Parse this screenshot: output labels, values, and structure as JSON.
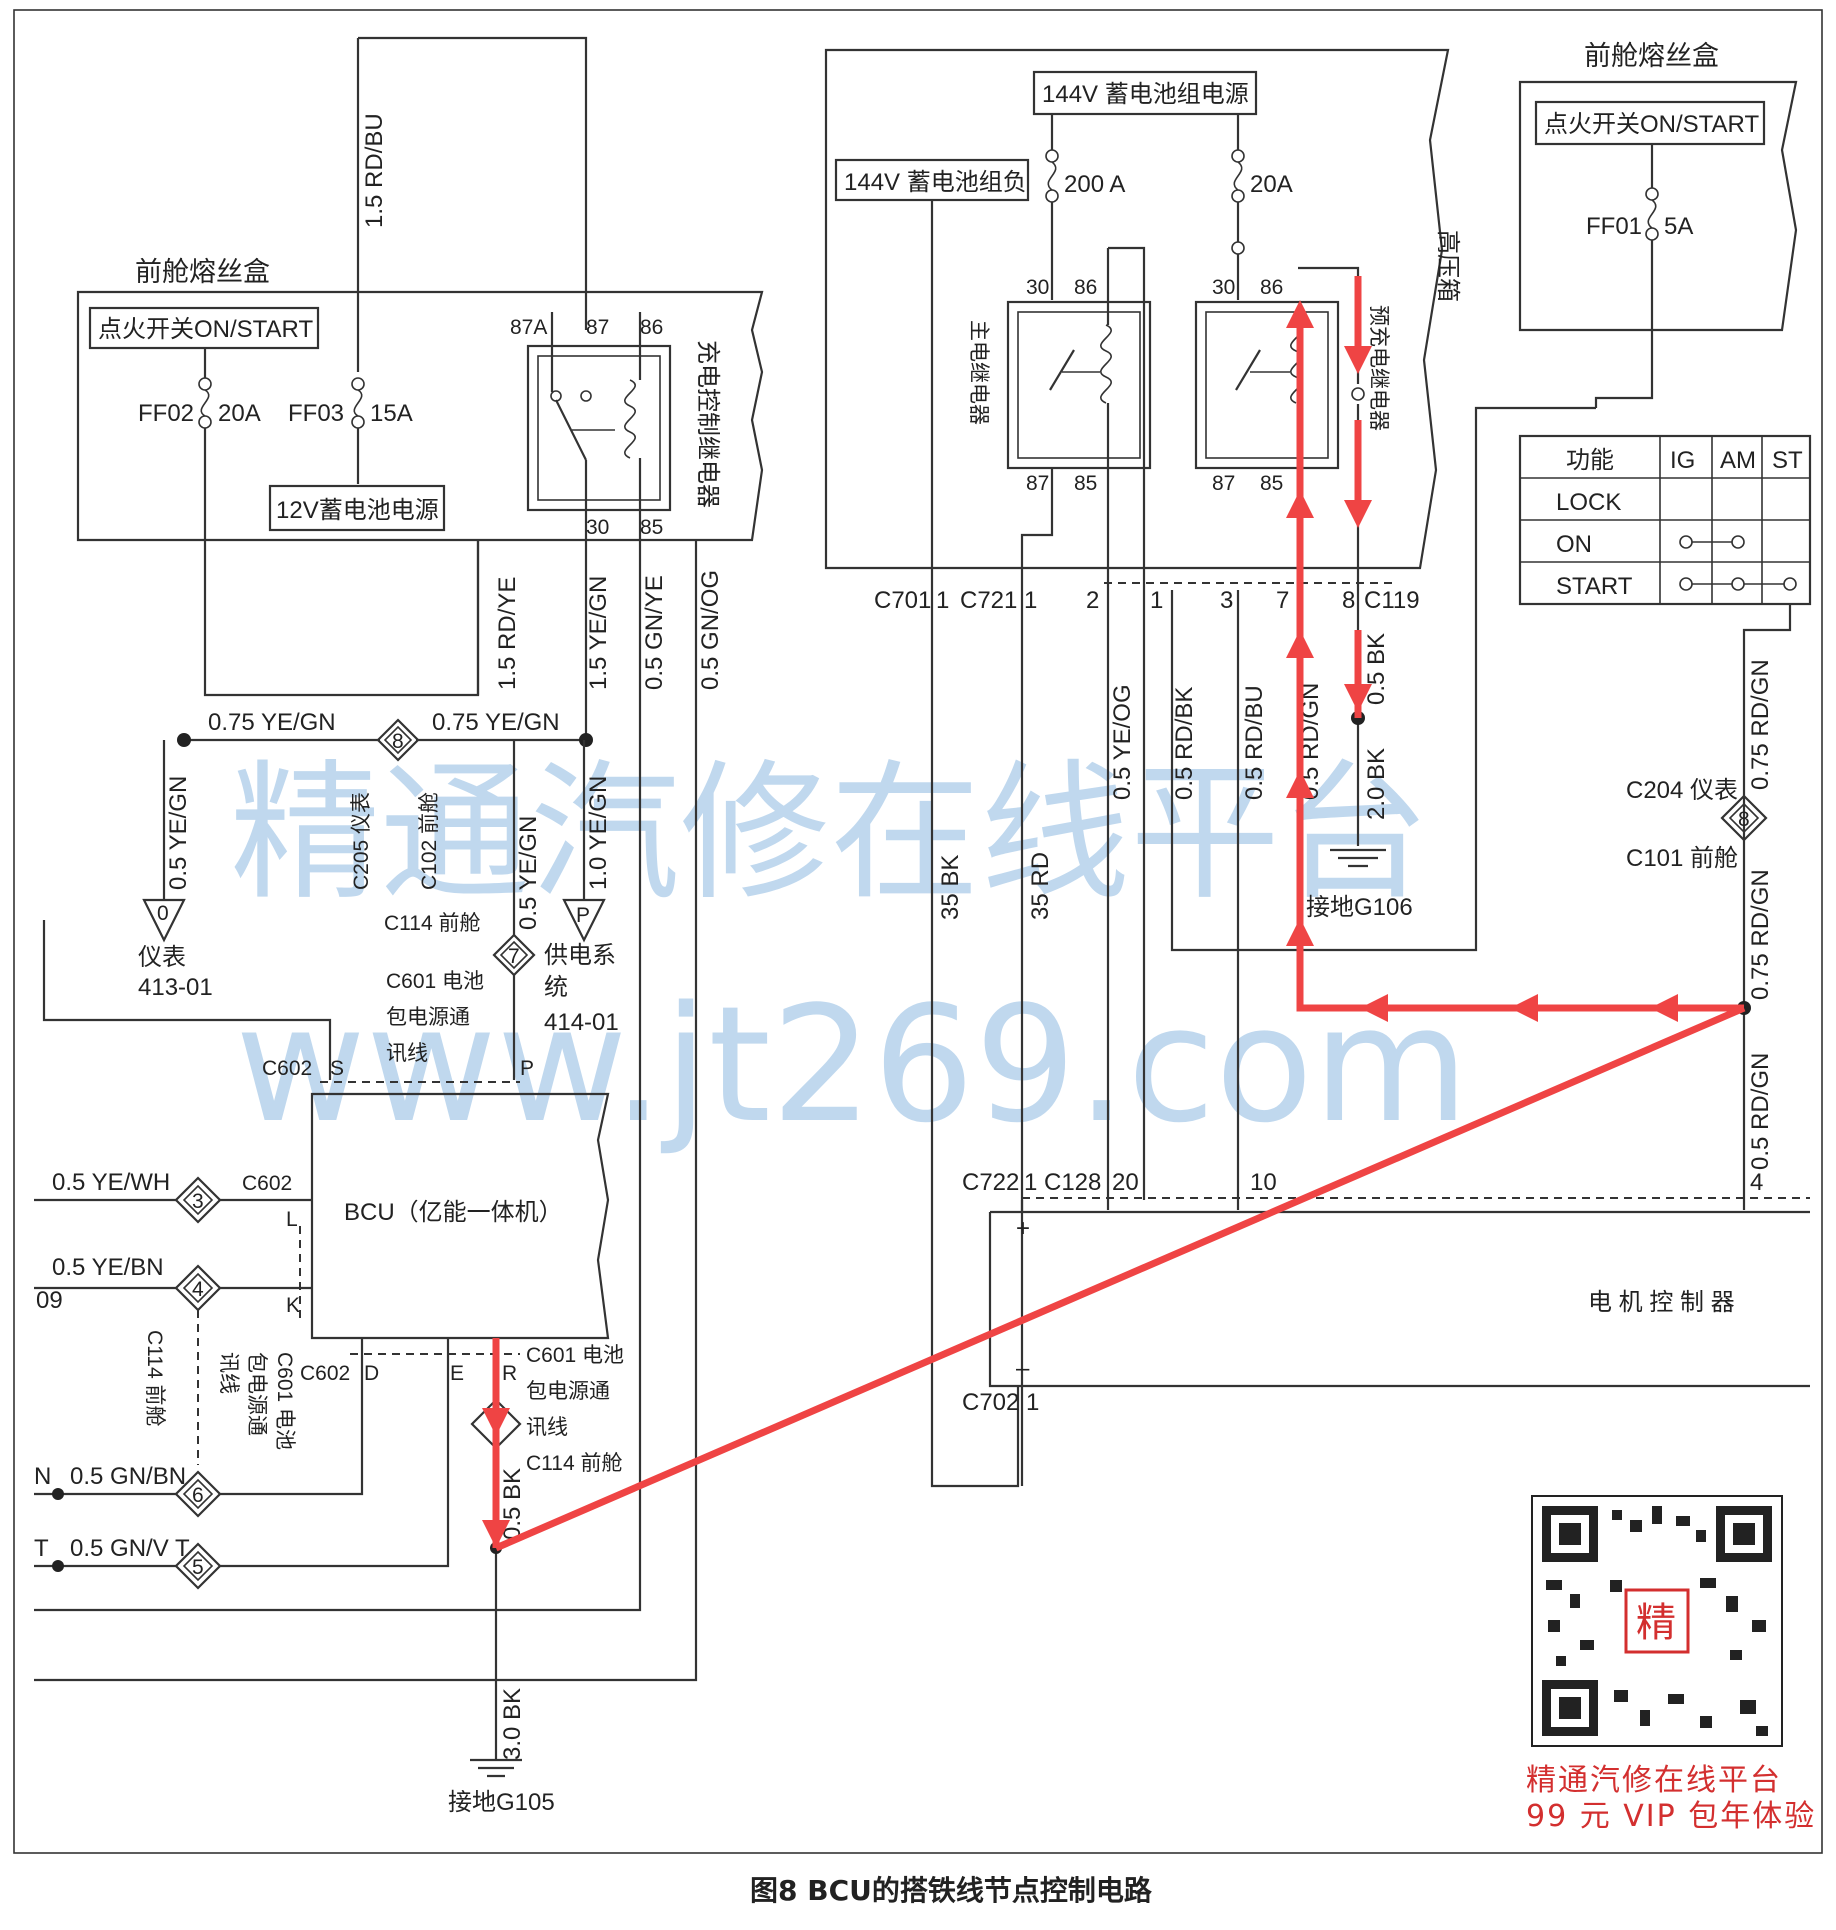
{
  "figure": {
    "caption": "图8 BCU的搭铁线节点控制电路"
  },
  "watermark": {
    "line1": "精通汽修在线平台",
    "line2": "www.jt269.com"
  },
  "promo": {
    "line1": "精通汽修在线平台",
    "line2": "99 元 VIP 包年体验",
    "qr_char": "精"
  },
  "left_fusebox": {
    "title": "前舱熔丝盒",
    "ignition": "点火开关ON/START",
    "ff02": "FF02",
    "ff02_rating": "20A",
    "ff03": "FF03",
    "ff03_rating": "15A",
    "battery12v": "12V蓄电池电源"
  },
  "charge_relay": {
    "title": "充电控制继电器",
    "pins": {
      "p87a": "87A",
      "p87": "87",
      "p86": "86",
      "p30": "30",
      "p85": "85"
    }
  },
  "left_wires": {
    "top_feed": "1.5 RD/BU",
    "w1": "1.5 RD/YE",
    "w2": "1.5 YE/GN",
    "w3": "0.5 GN/YE",
    "w4": "0.5 GN/OG",
    "h1": "0.75  YE/GN",
    "h2": "0.75  YE/GN",
    "v_meter": "0.5 YE/GN",
    "v_c601": "0.5 YE/GN",
    "v_power": "1.0 YE/GN",
    "gnd_branch": "0.5 BK",
    "gnd_main": "3.0 BK"
  },
  "left_connectors": {
    "c205": "C205 仪表",
    "c102": "C102 前舱",
    "c114a": "C114 前舱",
    "c601a_1": "C601 电池",
    "c601a_2": "包电源通",
    "c601a_3": "讯线",
    "c602_top": "C602",
    "pin_s": "S",
    "pin_p": "P",
    "c602_l": "C602",
    "pin_l": "L",
    "pin_k": "K",
    "c602_bot": "C602",
    "pin_d": "D",
    "pin_e": "E",
    "pin_r": "R",
    "c601b_1": "C601 电池",
    "c601b_2": "包电源通",
    "c601b_3": "讯线",
    "c114b": "C114 前舱",
    "c114_v": "C114 前舱",
    "c601_v1": "包电源通",
    "c601_v2": "讯线",
    "c601_v3": "C601 电池"
  },
  "left_refs": {
    "meter_num": "0",
    "meter_label": "仪表",
    "meter_ref": "413-01",
    "power_pin": "P",
    "power_label1": "供电系",
    "power_label2": "统",
    "power_ref": "414-01"
  },
  "diamonds": {
    "d8": "8",
    "d7": "7",
    "d3": "3",
    "d4": "4",
    "d6": "6",
    "d5": "5",
    "d8r": "8"
  },
  "bcu": {
    "label": "BCU（亿能一体机）",
    "w_wh": "0.5 YE/WH",
    "w_bn": "0.5 YE/BN",
    "w_gnbn": "0.5 GN/BN",
    "w_gnvt": "0.5 GN/V T",
    "edge_09": "09",
    "edge_n": "N",
    "edge_t": "T"
  },
  "ground_left": {
    "label": "接地G105"
  },
  "hv_box": {
    "title": "高压箱",
    "battery_plus": "144V 蓄电池组电源",
    "battery_minus": "144V 蓄电池组负",
    "fuse_main": "200 A",
    "fuse_pre": "20A",
    "main_relay": "主电继电器",
    "pre_relay": "预充电继电器",
    "main_pins": {
      "p30": "30",
      "p86": "86",
      "p87": "87",
      "p85": "85"
    },
    "pre_pins": {
      "p30": "30",
      "p86": "86",
      "p87": "87",
      "p85": "85"
    }
  },
  "hv_connectors": {
    "c701": "C701",
    "c701_pin": "1",
    "c721": "C721",
    "c721_pin": "1",
    "pin2": "2",
    "pin1": "1",
    "pin3": "3",
    "pin7": "7",
    "pin8": "8",
    "c119": "C119",
    "c722": "C722",
    "c722_pin": "1",
    "c128": "C128",
    "pin20": "20",
    "pin10": "10",
    "pin4": "4",
    "c702": "C702",
    "c702_pin": "1",
    "plus": "+",
    "minus": "–"
  },
  "hv_wires": {
    "w35bk": "35 BK",
    "w35rd": "35 RD",
    "w_yeog": "0.5 YE/OG",
    "w_rdbk": "0.5 RD/BK",
    "w_rdbu": "0.5 RD/BU",
    "w_rdgn": "0.5 RD/GN",
    "w_bk05": "0.5 BK",
    "w_bk20": "2.0 BK",
    "w_rdgn75a": "0.75 RD/GN",
    "w_rdgn75b": "0.75 RD/GN",
    "w_rdgn05": "0.5 RD/GN"
  },
  "ground_right": {
    "label": "接地G106"
  },
  "right_fusebox": {
    "title": "前舱熔丝盒",
    "ignition": "点火开关ON/START",
    "ff01": "FF01",
    "ff01_rating": "5A"
  },
  "switch_table": {
    "headers": [
      "功能",
      "IG",
      "AM",
      "ST"
    ],
    "rows": [
      "LOCK",
      "ON",
      "START"
    ]
  },
  "right_connectors": {
    "c204": "C204 仪表",
    "c101": "C101 前舱"
  },
  "motor_controller": {
    "label": "电 机 控 制 器"
  }
}
